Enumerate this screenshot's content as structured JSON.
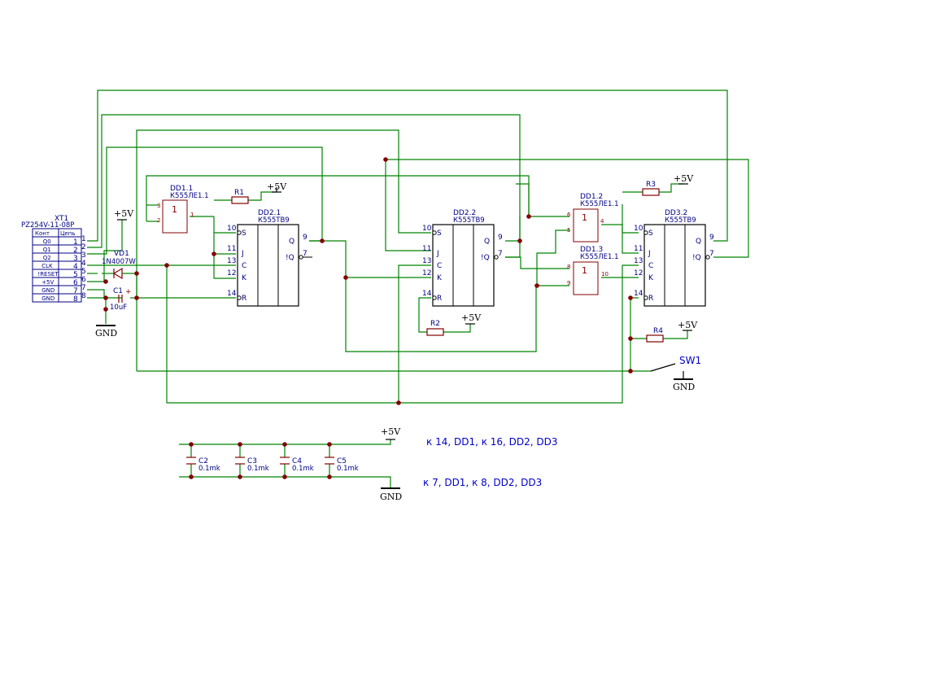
{
  "connector": {
    "ref": "XT1",
    "value": "PZ254V-11-08P",
    "header_contact": "Конт",
    "header_circuit": "Цепь",
    "rows": [
      {
        "pin": "1",
        "name": "Q0"
      },
      {
        "pin": "2",
        "name": "Q1"
      },
      {
        "pin": "3",
        "name": "Q2"
      },
      {
        "pin": "4",
        "name": "CLK"
      },
      {
        "pin": "5",
        "name": "!RESET"
      },
      {
        "pin": "6",
        "name": "+5V"
      },
      {
        "pin": "7",
        "name": "GND"
      },
      {
        "pin": "8",
        "name": "GND"
      }
    ]
  },
  "parts": {
    "vd1_ref": "VD1",
    "vd1_value": "1N4007W",
    "c1_ref": "C1",
    "c1_value": "10uF",
    "dd1_1_ref": "DD1.1",
    "dd1_2_ref": "DD1.2",
    "dd1_3_ref": "DD1.3",
    "dd1_value": "К555ЛЕ1.1",
    "gate_symbol": "1",
    "dd2_1_ref": "DD2.1",
    "dd2_2_ref": "DD2.2",
    "dd3_2_ref": "DD3.2",
    "ff_value": "К555ТВ9",
    "r1": "R1",
    "r2": "R2",
    "r3": "R3",
    "r4": "R4",
    "sw1": "SW1",
    "c2_ref": "C2",
    "c3_ref": "C3",
    "c4_ref": "C4",
    "c5_ref": "C5",
    "cap_value": "0.1mk"
  },
  "ff_pins": {
    "s_num": "10",
    "s": "S",
    "j_num": "11",
    "j": "J",
    "c_num": "13",
    "c": "C",
    "k_num": "12",
    "k": "K",
    "r_num": "14",
    "r": "R",
    "q": "Q",
    "q_num": "9",
    "nq": "!Q",
    "nq_num": "7"
  },
  "gate_pins": {
    "dd1_1": {
      "in_a": "3",
      "in_b": "2",
      "out": "1"
    },
    "dd1_2": {
      "in_a": "6",
      "in_b": "5",
      "out": "4"
    },
    "dd1_3": {
      "in_a": "8",
      "in_b": "9",
      "out": "10"
    }
  },
  "power": {
    "vcc": "+5V",
    "gnd": "GND"
  },
  "notes": {
    "vcc_note": "к 14, DD1, к 16, DD2, DD3",
    "gnd_note": "к 7, DD1, к 8, DD2, DD3"
  },
  "colors": {
    "wire": "#008400",
    "junction": "#840000",
    "gate_outline": "#840000",
    "component": "#840000",
    "text_blue": "#000084",
    "note_blue": "#0000c8"
  }
}
